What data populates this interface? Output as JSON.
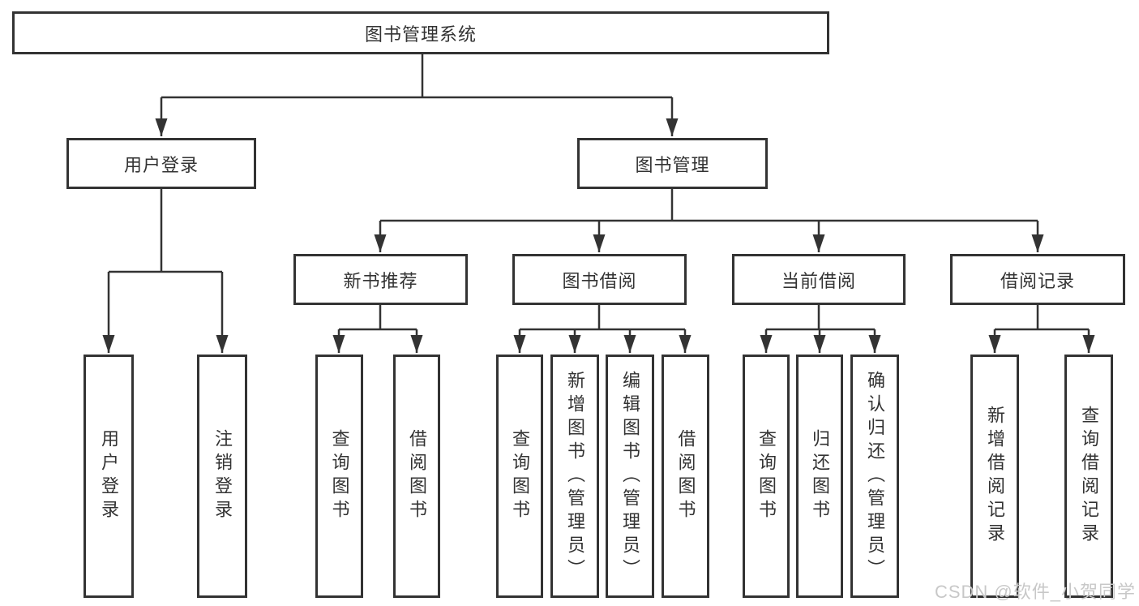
{
  "diagram": {
    "root": "图书管理系统",
    "user_login": {
      "label": "用户登录",
      "children": {
        "login": "用户登录",
        "logout": "注销登录"
      }
    },
    "book_mgmt": {
      "label": "图书管理",
      "new_book_rec": {
        "label": "新书推荐",
        "children": {
          "query": "查询图书",
          "borrow": "借阅图书"
        }
      },
      "book_borrow": {
        "label": "图书借阅",
        "children": {
          "query": "查询图书",
          "add": "新增图书（管理员）",
          "edit": "编辑图书（管理员）",
          "borrow": "借阅图书"
        }
      },
      "current_borrow": {
        "label": "当前借阅",
        "children": {
          "query": "查询图书",
          "return": "归还图书",
          "confirm_return": "确认归还（管理员）"
        }
      },
      "borrow_records": {
        "label": "借阅记录",
        "children": {
          "add": "新增借阅记录",
          "query": "查询借阅记录"
        }
      }
    }
  },
  "watermark": "CSDN @软件_小贺同学",
  "colors": {
    "line": "#333333",
    "text": "#333333",
    "box_background": "#ffffff",
    "watermark": "#c8c8c8",
    "background": "#ffffff"
  }
}
